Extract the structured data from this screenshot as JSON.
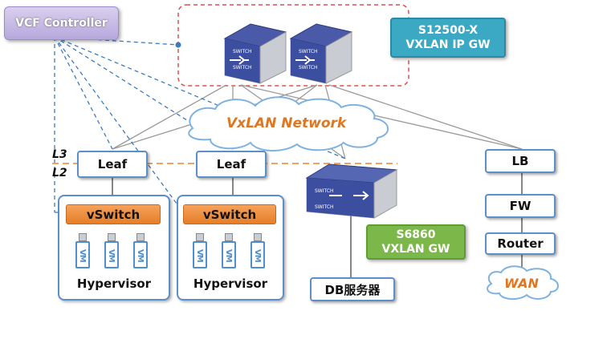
{
  "controller": {
    "label": "VCF Controller"
  },
  "core_gw": {
    "line1": "S12500-X",
    "line2": "VXLAN IP GW"
  },
  "network": {
    "label": "VxLAN Network"
  },
  "layers": {
    "l3": "L3",
    "l2": "L2"
  },
  "leaves": [
    {
      "label": "Leaf"
    },
    {
      "label": "Leaf"
    }
  ],
  "hosts": [
    {
      "vswitch": "vSwitch",
      "hypervisor": "Hypervisor",
      "vms": [
        "VM",
        "VM",
        "VM"
      ]
    },
    {
      "vswitch": "vSwitch",
      "hypervisor": "Hypervisor",
      "vms": [
        "VM",
        "VM",
        "VM"
      ]
    }
  ],
  "l2_gw": {
    "line1": "S6860",
    "line2": "VXLAN GW"
  },
  "db": {
    "label": "DB服务器"
  },
  "edge": {
    "lb": "LB",
    "fw": "FW",
    "router": "Router",
    "wan": "WAN"
  },
  "switch_text": "SWITCH",
  "colors": {
    "teal": "#3ba8c4",
    "green": "#7cb74a",
    "orange": "#e57e28",
    "blue": "#5b8fc9",
    "red_dash": "#d9534f"
  }
}
